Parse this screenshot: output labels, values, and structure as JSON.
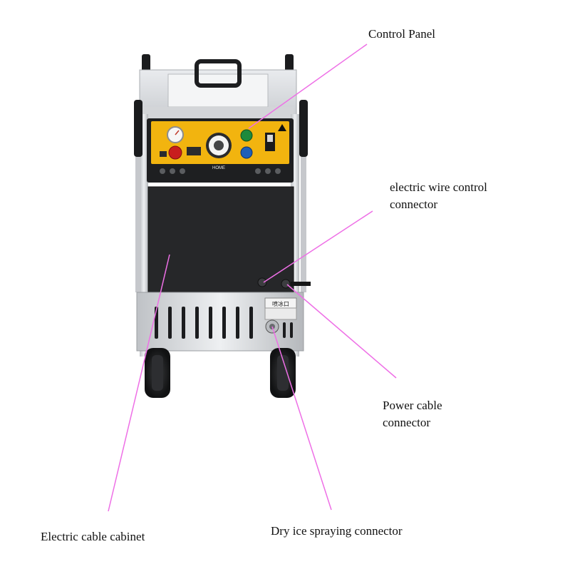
{
  "labels": {
    "control_panel": "Control Panel",
    "wire_control": [
      "electric wire control",
      "connector"
    ],
    "power_cable": [
      "Power cable",
      "connector"
    ],
    "cable_cabinet": "Electric cable cabinet",
    "dry_ice": "Dry ice spraying connector"
  },
  "panel_text": {
    "brand": "HOME",
    "nozzle_sign": "喷冰口"
  },
  "colors": {
    "leader_line": "#ee6fe6",
    "panel_yellow": "#f2b40f",
    "cabinet_black": "#262729",
    "steel": "#d7d9dc"
  }
}
